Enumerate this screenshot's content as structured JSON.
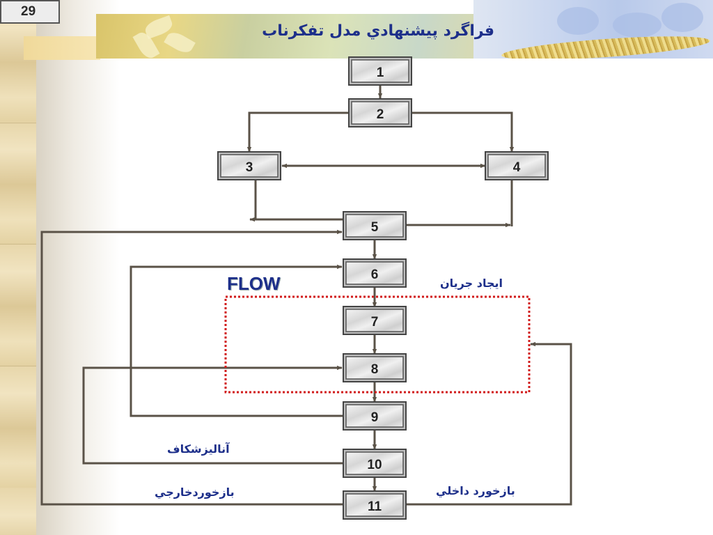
{
  "slide_number": "29",
  "title": "فراگرد پيشنهادي مدل تفكرناب",
  "nodes": [
    "1",
    "2",
    "3",
    "4",
    "5",
    "6",
    "7",
    "8",
    "9",
    "10",
    "11"
  ],
  "flow_label": "FLOW",
  "annotations": {
    "create_flow": "ايجاد جريان",
    "gap_analysis": "آناليزشكاف",
    "external_feedback": "بازخوردخارجي",
    "internal_feedback": "بازخورد داخلي"
  },
  "colors": {
    "title": "#1d2f8a",
    "connector": "#5a5247",
    "dotted_box": "#d11a1a"
  }
}
